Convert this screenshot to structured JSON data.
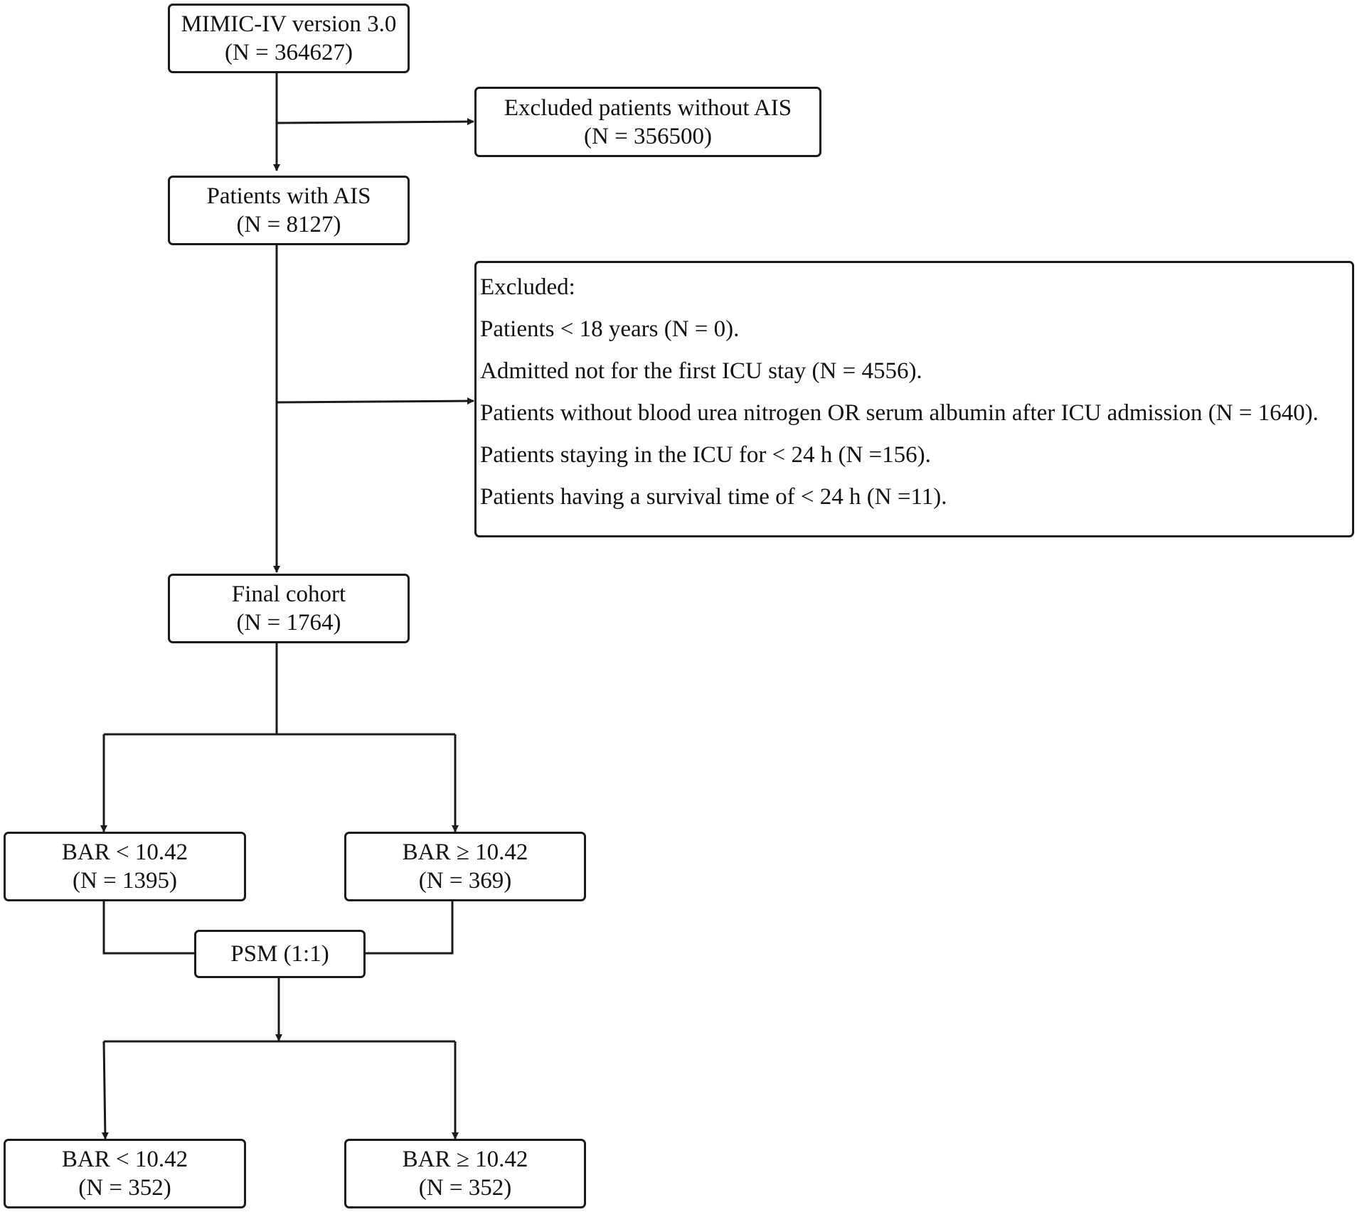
{
  "nodes": {
    "source": {
      "line1": "MIMIC-IV version 3.0",
      "line2": "(N = 364627)"
    },
    "excluded_no_ais": {
      "line1": "Excluded patients without AIS",
      "line2": "(N = 356500)"
    },
    "patients_ais": {
      "line1": "Patients with AIS",
      "line2": "(N = 8127)"
    },
    "exclusions": {
      "title": "Excluded:",
      "items": [
        "Patients < 18 years (N = 0).",
        "Admitted not for the first ICU stay (N = 4556).",
        "Patients without blood urea nitrogen OR serum albumin after ICU admission (N = 1640).",
        "Patients staying in the ICU for < 24 h (N =156).",
        "Patients having a survival time of < 24 h (N =11)."
      ]
    },
    "final_cohort": {
      "line1": "Final cohort",
      "line2": "(N = 1764)"
    },
    "bar_low_pre": {
      "line1": "BAR < 10.42",
      "line2": "(N = 1395)"
    },
    "bar_high_pre": {
      "line1": "BAR ≥ 10.42",
      "line2": "(N = 369)"
    },
    "psm": {
      "label": "PSM (1:1)"
    },
    "bar_low_post": {
      "line1": "BAR < 10.42",
      "line2": "(N = 352)"
    },
    "bar_high_post": {
      "line1": "BAR ≥ 10.42",
      "line2": "(N = 352)"
    }
  },
  "colors": {
    "stroke": "#1a1a1a",
    "text": "#111111",
    "background": "#ffffff"
  }
}
